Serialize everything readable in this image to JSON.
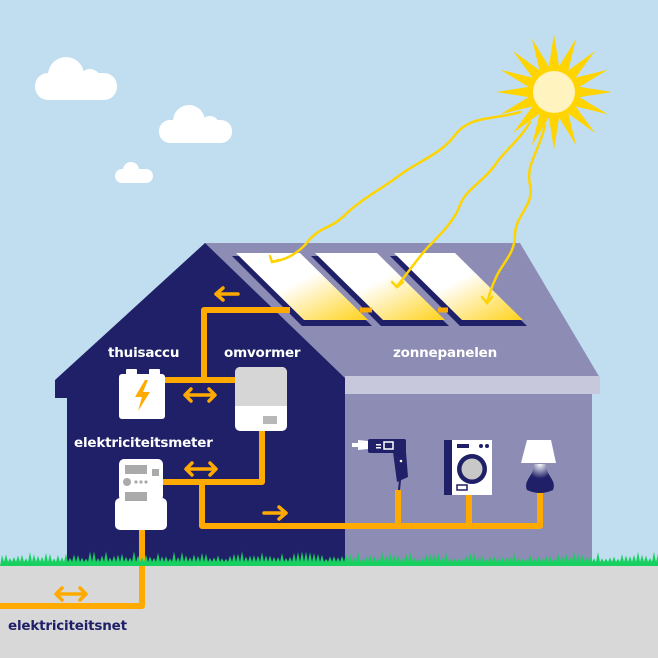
{
  "title": "Zonnepanelen met thuisaccu",
  "labels": {
    "battery": "thuisaccu",
    "inverter": "omvormer",
    "solar_panels": "zonnepanelen",
    "meter": "elektriciteitsmeter",
    "grid": "elektriciteitsnet"
  },
  "appliances": [
    "drill",
    "washing-machine",
    "lamp"
  ],
  "flows": [
    {
      "from": "solar_panels",
      "to": "inverter",
      "direction": "one-way"
    },
    {
      "from": "battery",
      "to": "inverter",
      "direction": "two-way"
    },
    {
      "from": "inverter",
      "to": "meter",
      "direction": "two-way"
    },
    {
      "from": "meter",
      "to": "appliances",
      "direction": "one-way"
    },
    {
      "from": "meter",
      "to": "grid",
      "direction": "two-way"
    }
  ],
  "colors": {
    "sky": "#c0def0",
    "house_front": "#1f2067",
    "house_side": "#8c8cb5",
    "roof_trim": "#c8c8dc",
    "cable": "#ffaa00",
    "sun": "#ffd400",
    "sun_core": "#fff4c0",
    "grass": "#18d060",
    "ground": "#d8d8d8"
  }
}
